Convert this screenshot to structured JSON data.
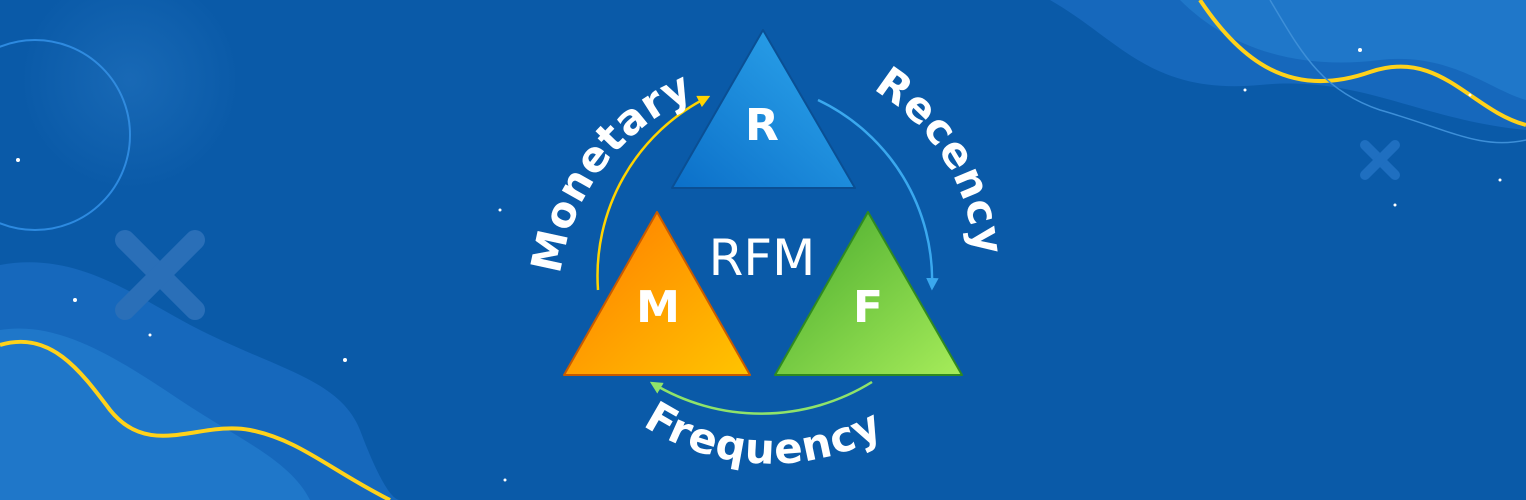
{
  "diagram": {
    "center_label": "RFM",
    "nodes": [
      {
        "id": "r",
        "letter": "R",
        "color_light": "#2fa9ef",
        "color_dark": "#0b6fc8"
      },
      {
        "id": "m",
        "letter": "M",
        "color_light": "#ffc400",
        "color_dark": "#ff7a00"
      },
      {
        "id": "f",
        "letter": "F",
        "color_light": "#a6ec5a",
        "color_dark": "#46a92c"
      }
    ],
    "arcs": [
      {
        "id": "recency",
        "label": "Recency",
        "color": "#3aa8ee"
      },
      {
        "id": "frequency",
        "label": "Frequency",
        "color": "#8fe36a"
      },
      {
        "id": "monetary",
        "label": "Monetary",
        "color": "#ffd400"
      }
    ]
  },
  "theme": {
    "background": "#0a5aa8",
    "wave_light": "#1d76c8",
    "accent_yellow": "#ffd21a",
    "cross": "#2a6fb8"
  }
}
